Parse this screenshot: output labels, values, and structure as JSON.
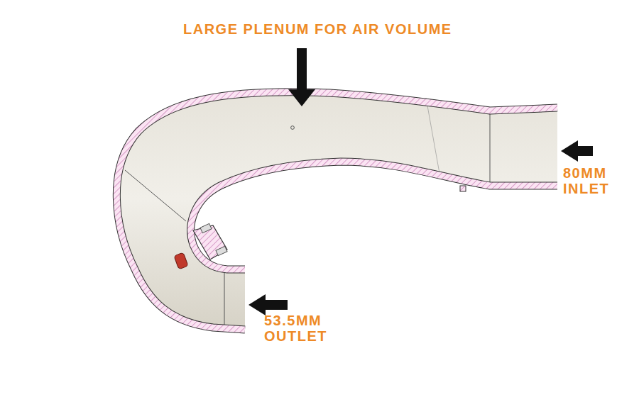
{
  "diagram": {
    "labels": [
      "LARGE PLENUM FOR AIR VOLUME",
      "80MM INLET",
      "53.5MM OUTLET"
    ]
  }
}
